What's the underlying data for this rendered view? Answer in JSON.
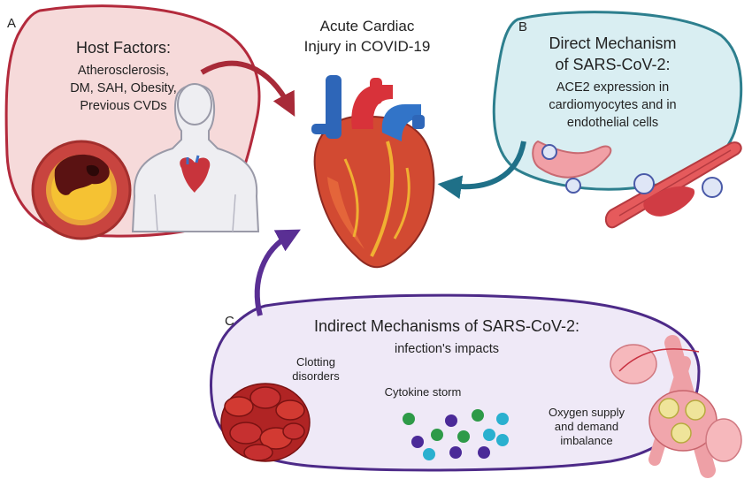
{
  "panels": {
    "A": {
      "letter": "A",
      "heading": "Host Factors:",
      "lines": [
        "Atherosclerosis,",
        "DM, SAH, Obesity,",
        "Previous CVDs"
      ]
    },
    "B": {
      "letter": "B",
      "heading_lines": [
        "Direct Mechanism",
        "of SARS-CoV-2:"
      ],
      "lines": [
        "ACE2 expression in",
        "cardiomyocytes and in",
        "endothelial cells"
      ]
    },
    "C": {
      "letter": "C",
      "heading": "Indirect Mechanisms of SARS-CoV-2:",
      "subheading": "infection's impacts",
      "clotting_lines": [
        "Clotting",
        "disorders"
      ],
      "cytokine": "Cytokine storm",
      "oxygen_lines": [
        "Oxygen supply",
        "and demand",
        "imbalance"
      ]
    }
  },
  "center": {
    "title_lines": [
      "Acute Cardiac",
      "Injury in COVID-19"
    ]
  },
  "colors": {
    "panelA_fill": "#f6dada",
    "panelA_stroke": "#b32a3c",
    "panelB_fill": "#d9eef2",
    "panelB_stroke": "#2d7f8e",
    "panelC_fill": "#efe9f7",
    "panelC_stroke": "#4d2a88",
    "arrowA": "#a82a38",
    "arrowB": "#1f7088",
    "arrowC": "#5a2f94"
  }
}
